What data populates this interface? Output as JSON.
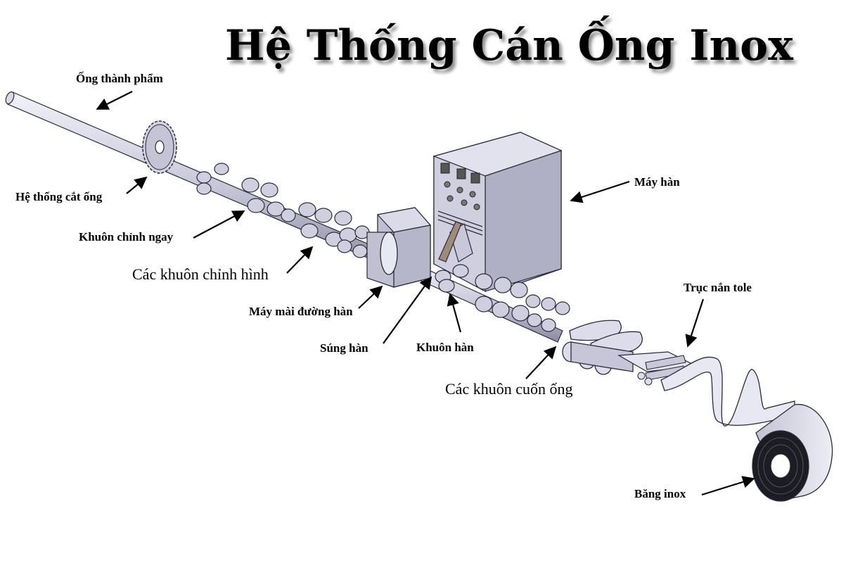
{
  "title": "Hệ Thống Cán Ống Inox",
  "labels": {
    "finished_pipe": "Ống thành phẩm",
    "cutting_system": "Hệ thống cắt ống",
    "straightening_die": "Khuôn chỉnh ngay",
    "shaping_dies": "Các khuôn chỉnh hình",
    "weld_grinder": "Máy mài đường hàn",
    "welding_gun": "Súng hàn",
    "welding_die": "Khuôn hàn",
    "welding_machine": "Máy hàn",
    "sheet_rollers": "Trục nắn tole",
    "rolling_dies": "Các khuôn cuốn ống",
    "steel_strip": "Băng inox"
  },
  "colors": {
    "metal_light": "#dcdcea",
    "metal_mid": "#b4b4c8",
    "metal_dark": "#6e6e86",
    "outline": "#2a2a3a",
    "coil_dark": "#1c1c24",
    "torch": "#9c8c78"
  }
}
